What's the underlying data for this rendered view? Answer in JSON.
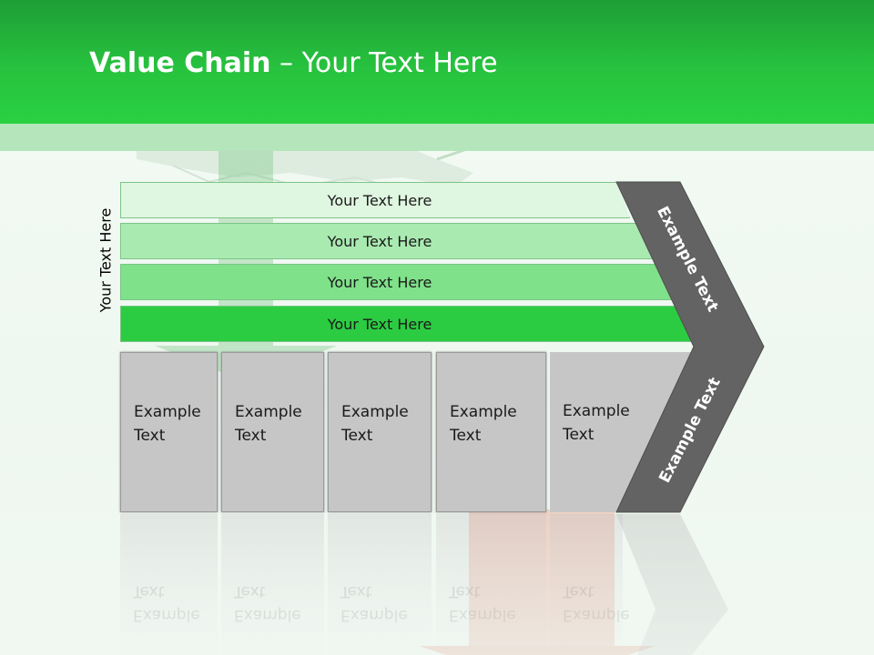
{
  "slide": {
    "title_bold": "Value Chain",
    "title_rest": " – Your Text Here",
    "side_label": "Your Text Here"
  },
  "tiers": [
    {
      "label": "Your Text Here"
    },
    {
      "label": "Your Text Here"
    },
    {
      "label": "Your Text Here"
    },
    {
      "label": "Your Text Here"
    }
  ],
  "boxes": [
    {
      "line1": "Example",
      "line2": "Text"
    },
    {
      "line1": "Example",
      "line2": "Text"
    },
    {
      "line1": "Example",
      "line2": "Text"
    },
    {
      "line1": "Example",
      "line2": "Text"
    },
    {
      "line1": "Example",
      "line2": "Text"
    }
  ],
  "chevron": {
    "upper_label": "Example Text",
    "lower_label": "Example Text"
  },
  "colors": {
    "header_green": "#27c23e",
    "tier_1": "#dff6e0",
    "tier_2": "#a9eab0",
    "tier_3": "#7fe18a",
    "tier_4": "#2ccc42",
    "box_gray": "#c6c6c6",
    "chevron_gray": "#636363"
  }
}
